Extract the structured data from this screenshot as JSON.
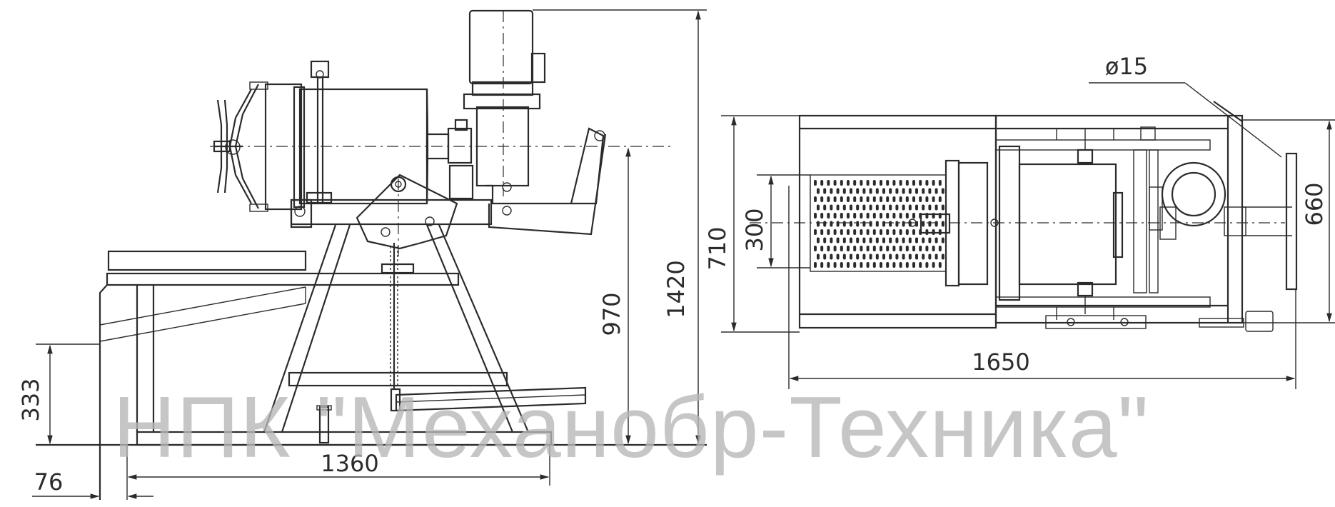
{
  "dimensions": {
    "side_view": {
      "overall_height": "1420",
      "axis_height": "970",
      "base_length": "1360",
      "table_height": "333",
      "foot_offset": "76"
    },
    "plan_view": {
      "overall_length": "1650",
      "overall_width": "710",
      "screen_width": "300",
      "frame_width": "660",
      "diameter": "ø15"
    }
  },
  "watermark": "НПК \"Механобр-Техника\"",
  "colors": {
    "line": "#2b2b2b",
    "watermark": "#b7b7b7"
  }
}
